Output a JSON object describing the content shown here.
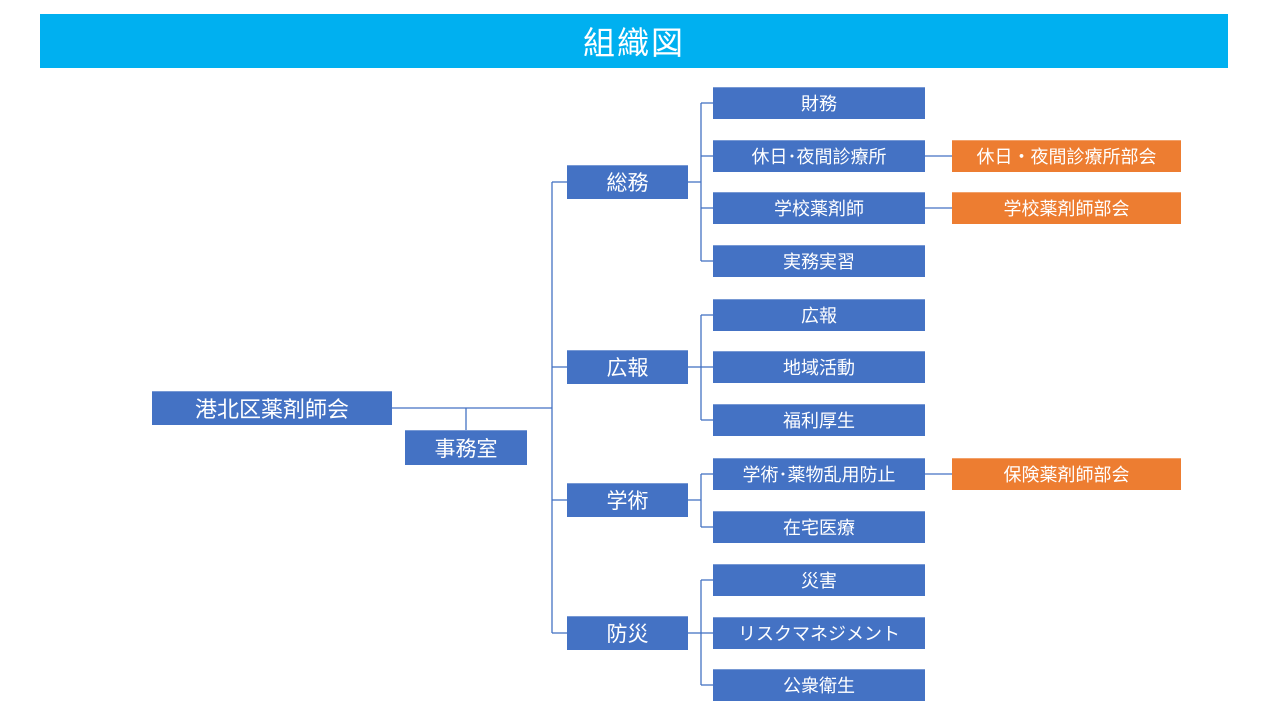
{
  "title": "組織図",
  "colors": {
    "banner_bg": "#00B0F0",
    "banner_text": "#FFFFFF",
    "node_fill": "#4472C4",
    "subcommittee_fill": "#ED7D31",
    "node_text": "#FFFFFF",
    "connector": "#4472C4",
    "background": "#FFFFFF"
  },
  "root": {
    "label": "港北区薬剤師会"
  },
  "office": {
    "label": "事務室"
  },
  "branches": [
    {
      "label": "総務",
      "children": [
        {
          "label": "財務"
        },
        {
          "label": "休日･夜間診療所",
          "subcommittee": "休日・夜間診療所部会"
        },
        {
          "label": "学校薬剤師",
          "subcommittee": "学校薬剤師部会"
        },
        {
          "label": "実務実習"
        }
      ]
    },
    {
      "label": "広報",
      "children": [
        {
          "label": "広報"
        },
        {
          "label": "地域活動"
        },
        {
          "label": "福利厚生"
        }
      ]
    },
    {
      "label": "学術",
      "children": [
        {
          "label": "学術･薬物乱用防止",
          "subcommittee": "保険薬剤師部会"
        },
        {
          "label": "在宅医療"
        }
      ]
    },
    {
      "label": "防災",
      "children": [
        {
          "label": "災害"
        },
        {
          "label": "リスクマネジメント"
        },
        {
          "label": "公衆衛生"
        }
      ]
    }
  ]
}
